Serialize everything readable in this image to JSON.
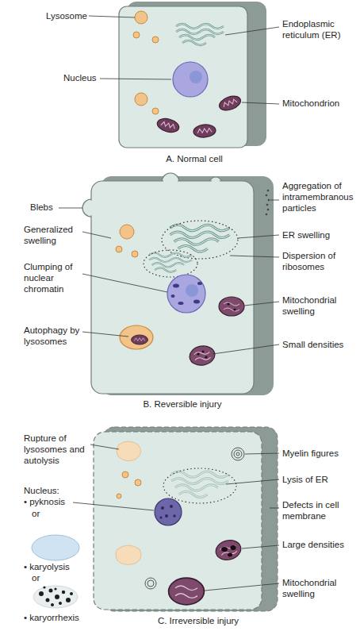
{
  "diagram": {
    "labels": [
      "Lysosome",
      "Endoplasmic reticulum (ER)",
      "Nucleus",
      "Mitochondrion",
      "A. Normal cell",
      "Blebs",
      "Aggregation of intramembranous particles",
      "Generalized swelling",
      "ER swelling",
      "Clumping of nuclear chromatin",
      "Dispersion of ribosomes",
      "Mitochondrial swelling",
      "Autophagy by lysosomes",
      "Small densities",
      "B. Reversible injury",
      "Rupture of lysosomes and autolysis",
      "Myelin figures",
      "Lysis of ER",
      "Nucleus:",
      "• pyknosis",
      "or",
      "Defects in cell membrane",
      "Large densities",
      "• karyolysis",
      "or",
      "Mitochondrial swelling",
      "• karyorrhexis",
      "C. Irreversible injury"
    ]
  }
}
